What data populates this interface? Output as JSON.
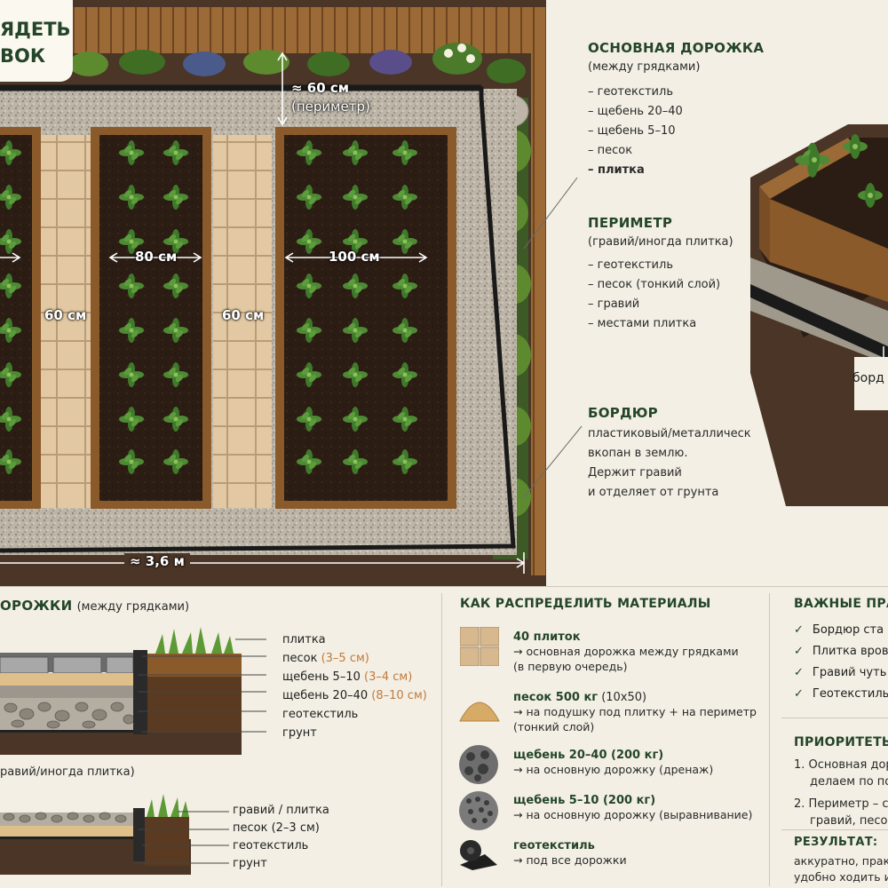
{
  "title": {
    "line1": "ЯДЕТЬ",
    "line2": "ВОК"
  },
  "plan": {
    "dim_top": "≈ 60 см",
    "dim_top_sub": "(периметр)",
    "bed_widths": [
      "80 см",
      "100 см"
    ],
    "path_widths": [
      "60 см",
      "60 см"
    ],
    "dim_bottom": "≈ 3,6 м"
  },
  "main_path": {
    "heading": "ОСНОВНАЯ ДОРОЖКА",
    "sub": "(между грядками)",
    "items": [
      "– геотекстиль",
      "– щебень 20–40",
      "– щебень 5–10",
      "– песок",
      "– плитка"
    ]
  },
  "perimeter": {
    "heading": "ПЕРИМЕТР",
    "sub": "(гравий/иногда плитка)",
    "items": [
      "– геотекстиль",
      "– песок (тонкий слой)",
      "– гравий",
      "– местами плитка"
    ]
  },
  "border": {
    "heading": "БОРДЮР",
    "lines": [
      "пластиковый/металлический",
      "вкопан в землю.",
      "Держит гравий",
      "и отделяет от грунта"
    ]
  },
  "detail_label": "борд",
  "section1": {
    "heading": "ОРОЖКИ",
    "heading_sub": "(между грядками)",
    "layers": [
      {
        "name": "плитка",
        "note": ""
      },
      {
        "name": "песок",
        "note": "(3–5 см)"
      },
      {
        "name": "щебень 5–10",
        "note": "(3–4 см)"
      },
      {
        "name": "щебень 20–40",
        "note": "(8–10 см)"
      },
      {
        "name": "геотекстиль",
        "note": ""
      },
      {
        "name": "грунт",
        "note": ""
      }
    ]
  },
  "section2": {
    "heading": "равий/иногда плитка)",
    "layers": [
      "гравий / плитка",
      "песок (2–3 см)",
      "геотекстиль",
      "грунт"
    ]
  },
  "materials": {
    "heading": "КАК РАСПРЕДЕЛИТЬ МАТЕРИАЛЫ",
    "items": [
      {
        "title": "40 плиток",
        "title_extra": "",
        "lines": [
          "→ основная дорожка между грядками",
          "(в первую очередь)"
        ],
        "icon": "tiles-icon"
      },
      {
        "title": "песок 500 кг",
        "title_extra": " (10x50)",
        "lines": [
          "→ на подушку под плитку + на периметр",
          "(тонкий слой)"
        ],
        "icon": "sand-pile-icon"
      },
      {
        "title": "щебень 20–40 (200 кг)",
        "title_extra": "",
        "lines": [
          "→ на основную дорожку (дренаж)"
        ],
        "icon": "coarse-gravel-icon"
      },
      {
        "title": "щебень 5–10 (200 кг)",
        "title_extra": "",
        "lines": [
          "→ на основную дорожку (выравнивание)"
        ],
        "icon": "fine-gravel-icon"
      },
      {
        "title": "геотекстиль",
        "title_extra": "",
        "lines": [
          "→ под все дорожки"
        ],
        "icon": "geotextile-roll-icon"
      }
    ]
  },
  "rules": {
    "heading": "ВАЖНЫЕ ПРА",
    "items": [
      "Бордюр ста",
      "Плитка вров",
      "Гравий чуть",
      "Геотекстиль"
    ]
  },
  "priorities": {
    "heading": "ПРИОРИТЕТЫ",
    "items": [
      {
        "num": "1.",
        "lines": [
          "Основная дор",
          "делаем по по"
        ]
      },
      {
        "num": "2.",
        "lines": [
          "Периметр – с",
          "гравий, песо"
        ]
      }
    ]
  },
  "result": {
    "heading": "РЕЗУЛЬТАТ:",
    "lines": [
      "аккуратно, практ",
      "удобно ходить и"
    ]
  },
  "colors": {
    "accent": "#24452a",
    "soil": "#2b1d14",
    "wood": "#8a5a2b",
    "gravel": "#b9b3a6",
    "tile": "#e3c9a3"
  }
}
